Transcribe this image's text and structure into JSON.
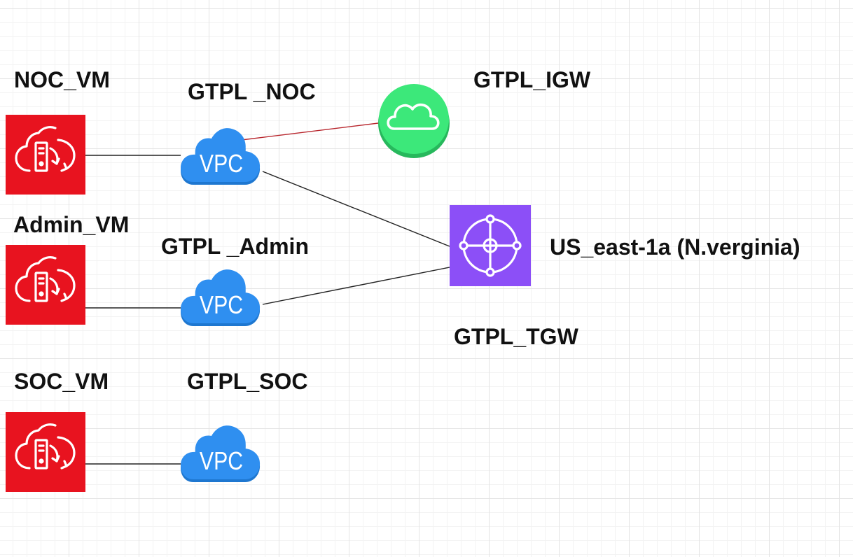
{
  "title": "",
  "colors": {
    "vm_red": "#e8131f",
    "vpc_blue": "#2f8ff0",
    "igw_green": "#3ce87a",
    "tgw_purple": "#8c4ff7",
    "link_dark": "#222222",
    "link_red": "#b8262d",
    "grid": "#e4e4e4"
  },
  "icons": {
    "vm": "ec2-instance-icon",
    "vpc": "vpc-cloud-icon",
    "igw": "internet-gateway-icon",
    "tgw": "transit-gateway-icon"
  },
  "nodes": {
    "noc_vm": {
      "label": "NOC_VM"
    },
    "admin_vm": {
      "label": "Admin_VM"
    },
    "soc_vm": {
      "label": "SOC_VM"
    },
    "vpc_noc": {
      "label": "GTPL _NOC",
      "badge": "VPC"
    },
    "vpc_admin": {
      "label": "GTPL _Admin",
      "badge": "VPC"
    },
    "vpc_soc": {
      "label": "GTPL_SOC",
      "badge": "VPC"
    },
    "igw": {
      "label": "GTPL_IGW"
    },
    "tgw": {
      "label": "GTPL_TGW",
      "region": "US_east-1a (N.verginia)"
    }
  },
  "edges": [
    {
      "from": "noc_vm",
      "to": "vpc_noc",
      "style": "dark"
    },
    {
      "from": "admin_vm",
      "to": "vpc_admin",
      "style": "dark"
    },
    {
      "from": "soc_vm",
      "to": "vpc_soc",
      "style": "dark"
    },
    {
      "from": "vpc_noc",
      "to": "igw",
      "style": "red"
    },
    {
      "from": "vpc_noc",
      "to": "tgw",
      "style": "dark"
    },
    {
      "from": "vpc_admin",
      "to": "tgw",
      "style": "dark"
    }
  ]
}
